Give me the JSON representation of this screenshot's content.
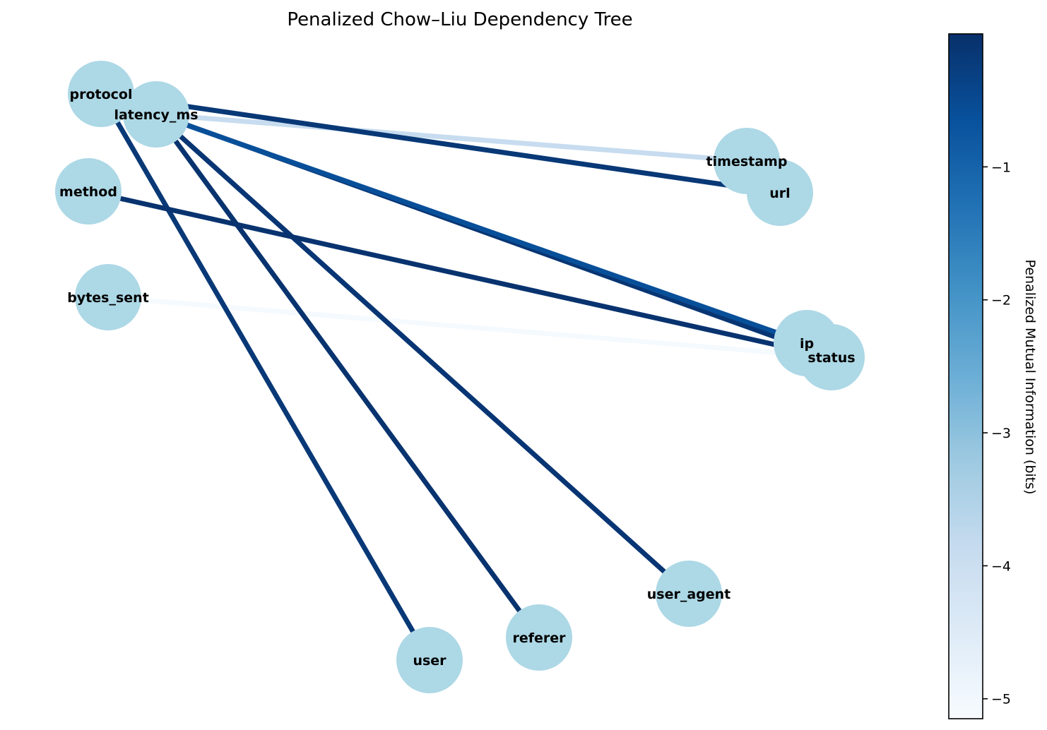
{
  "title": "Penalized Chow–Liu Dependency Tree",
  "colorbar": {
    "label": "Penalized Mutual Information (bits)",
    "min": -5.15,
    "max": 0.0,
    "ticks": [
      -1,
      -2,
      -3,
      -4,
      -5
    ],
    "tick_labels": [
      "−1",
      "−2",
      "−3",
      "−4",
      "−5"
    ],
    "colormap": "Blues",
    "colors_low_to_high": [
      "#f7fbff",
      "#deebf7",
      "#c6dbef",
      "#9ecae1",
      "#6baed6",
      "#4292c6",
      "#2171b5",
      "#08519c",
      "#08306b"
    ]
  },
  "node_color": "#add8e6",
  "nodes": [
    {
      "id": "protocol",
      "label": "protocol"
    },
    {
      "id": "latency_ms",
      "label": "latency_ms"
    },
    {
      "id": "method",
      "label": "method"
    },
    {
      "id": "bytes_sent",
      "label": "bytes_sent"
    },
    {
      "id": "timestamp",
      "label": "timestamp"
    },
    {
      "id": "url",
      "label": "url"
    },
    {
      "id": "ip",
      "label": "ip"
    },
    {
      "id": "status",
      "label": "status"
    },
    {
      "id": "user_agent",
      "label": "user_agent"
    },
    {
      "id": "referer",
      "label": "referer"
    },
    {
      "id": "user",
      "label": "user"
    }
  ],
  "edges": [
    {
      "source": "latency_ms",
      "target": "timestamp",
      "weight": -3.9
    },
    {
      "source": "bytes_sent",
      "target": "status",
      "weight": -5.1
    },
    {
      "source": "protocol",
      "target": "url",
      "weight": -0.15
    },
    {
      "source": "protocol",
      "target": "status",
      "weight": -0.1
    },
    {
      "source": "protocol",
      "target": "user",
      "weight": -0.15
    },
    {
      "source": "latency_ms",
      "target": "ip",
      "weight": -0.6
    },
    {
      "source": "latency_ms",
      "target": "referer",
      "weight": -0.05
    },
    {
      "source": "latency_ms",
      "target": "user_agent",
      "weight": -0.1
    },
    {
      "source": "method",
      "target": "status",
      "weight": -0.05
    }
  ]
}
